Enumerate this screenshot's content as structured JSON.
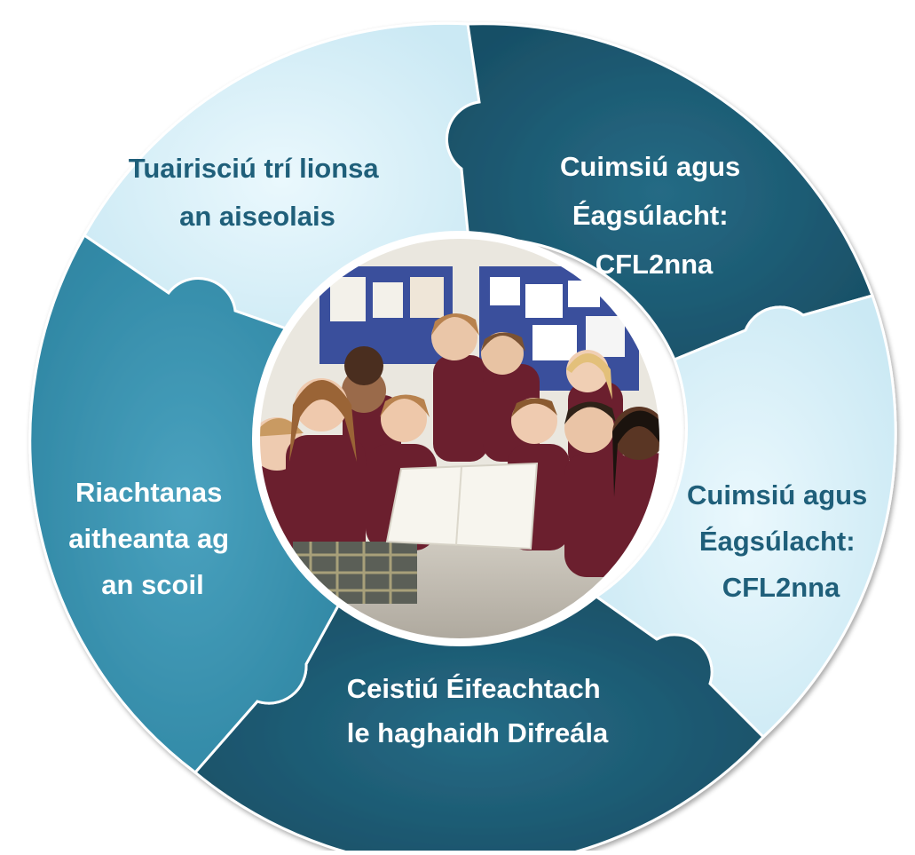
{
  "segments": [
    {
      "id": "top-left",
      "lines": [
        "Tuairisciú trí lionsa",
        "an aiseolais"
      ],
      "fill": "#dcf2fa",
      "text_color": "#1f5f7a"
    },
    {
      "id": "top-right",
      "lines": [
        "Cuimsiú agus",
        "Éagsúlacht:",
        "CFL2nna"
      ],
      "fill": "#1d5b73",
      "text_color": "#ffffff"
    },
    {
      "id": "right",
      "lines": [
        "Cuimsiú agus",
        "Éagsúlacht:",
        "CFL2nna"
      ],
      "fill": "#dcf2fa",
      "text_color": "#1f5f7a"
    },
    {
      "id": "bottom",
      "lines": [
        "Ceistiú Éifeachtach",
        "le haghaidh Difreála"
      ],
      "fill": "#1d5b73",
      "text_color": "#ffffff"
    },
    {
      "id": "left",
      "lines": [
        "Riachtanas",
        "aitheanta ag",
        "an scoil"
      ],
      "fill": "#3790ad",
      "text_color": "#ffffff"
    }
  ],
  "center_photo": {
    "kind": "classroom-group-photo",
    "uniform_color": "#6b1f2e",
    "wall_color": "#eae7df",
    "board_color": "#3a4f9c"
  }
}
